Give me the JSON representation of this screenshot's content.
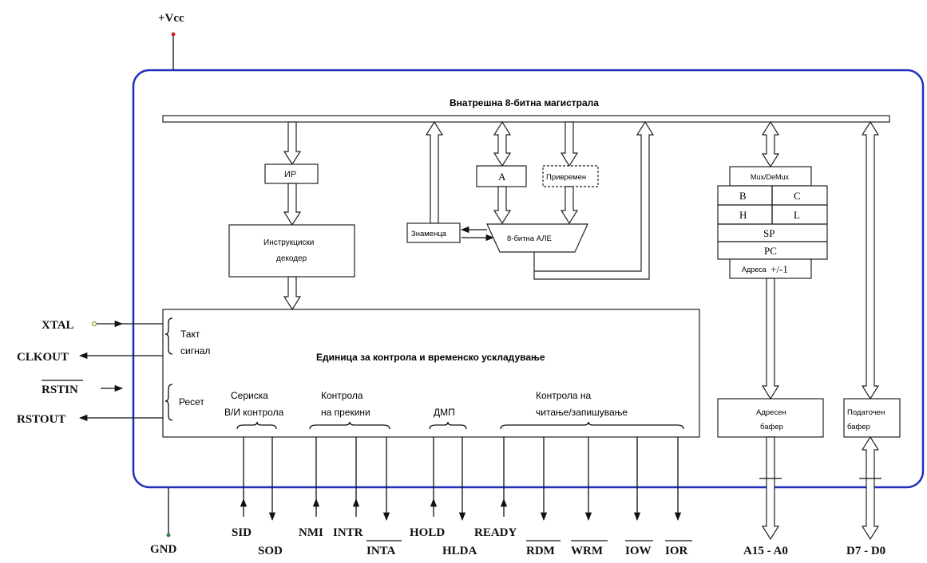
{
  "power": {
    "vcc": "+Vcc",
    "gnd": "GND"
  },
  "bus": {
    "label": "Внатрешна 8-битна магистрала"
  },
  "blocks": {
    "ir": "ИР",
    "decoder_line1": "Инструкциски",
    "decoder_line2": "декодер",
    "acc": "A",
    "temp": "Привремен",
    "flags": "Знаменца",
    "alu": "8-битна АЛЕ",
    "muxdemux": "Mux/DeMux",
    "reg_b": "B",
    "reg_c": "C",
    "reg_h": "H",
    "reg_l": "L",
    "reg_sp": "SP",
    "reg_pc": "PC",
    "addr_inc_label": "Адреса",
    "addr_inc_op": "+/-1",
    "addr_buf_line1": "Адресен",
    "addr_buf_line2": "бафер",
    "data_buf_line1": "Податочен",
    "data_buf_line2": "бафер"
  },
  "control": {
    "title": "Единица за контрола и временско усклaдување",
    "clock_line1": "Такт",
    "clock_line2": "сигнал",
    "reset": "Ресет",
    "serial_line1": "Сериска",
    "serial_line2": "В/И контрола",
    "interrupt_line1": "Контрола",
    "interrupt_line2": "на прекини",
    "dma": "ДМП",
    "rw_line1": "Контрола на",
    "rw_line2": "читање/запишување"
  },
  "pins_left": {
    "xtal": "XTAL",
    "clkout": "CLKOUT",
    "rstin": "RSTIN",
    "rstout": "RSTOUT"
  },
  "pins_bottom": {
    "sid": "SID",
    "sod": "SOD",
    "nmi": "NMI",
    "intr": "INTR",
    "inta": "INTA",
    "hold": "HOLD",
    "hlda": "HLDA",
    "ready": "READY",
    "rdm": "RDM",
    "wrm": "WRM",
    "iow": "IOW",
    "ior": "IOR",
    "addr": "A15 - A0",
    "data": "D7 - D0"
  },
  "colors": {
    "chip_border": "#1f2fb8",
    "vcc_dot": "#cc2222",
    "gnd_dot": "#2a8a4a"
  }
}
